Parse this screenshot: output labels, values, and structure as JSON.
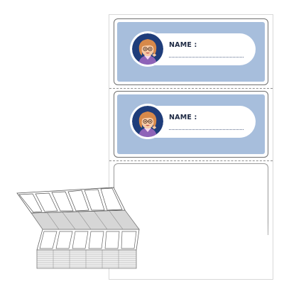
{
  "labels": [
    {
      "name_label": "NAME :",
      "background": "#a7bedc"
    },
    {
      "name_label": "NAME :",
      "background": "#a7bedc"
    }
  ],
  "colors": {
    "badge_ring": "#1f3d7a",
    "text": "#1e2a44",
    "outline": "#6f6f6f"
  },
  "icons": [
    "girl-avatar-icon",
    "fanfold-label-stack"
  ]
}
